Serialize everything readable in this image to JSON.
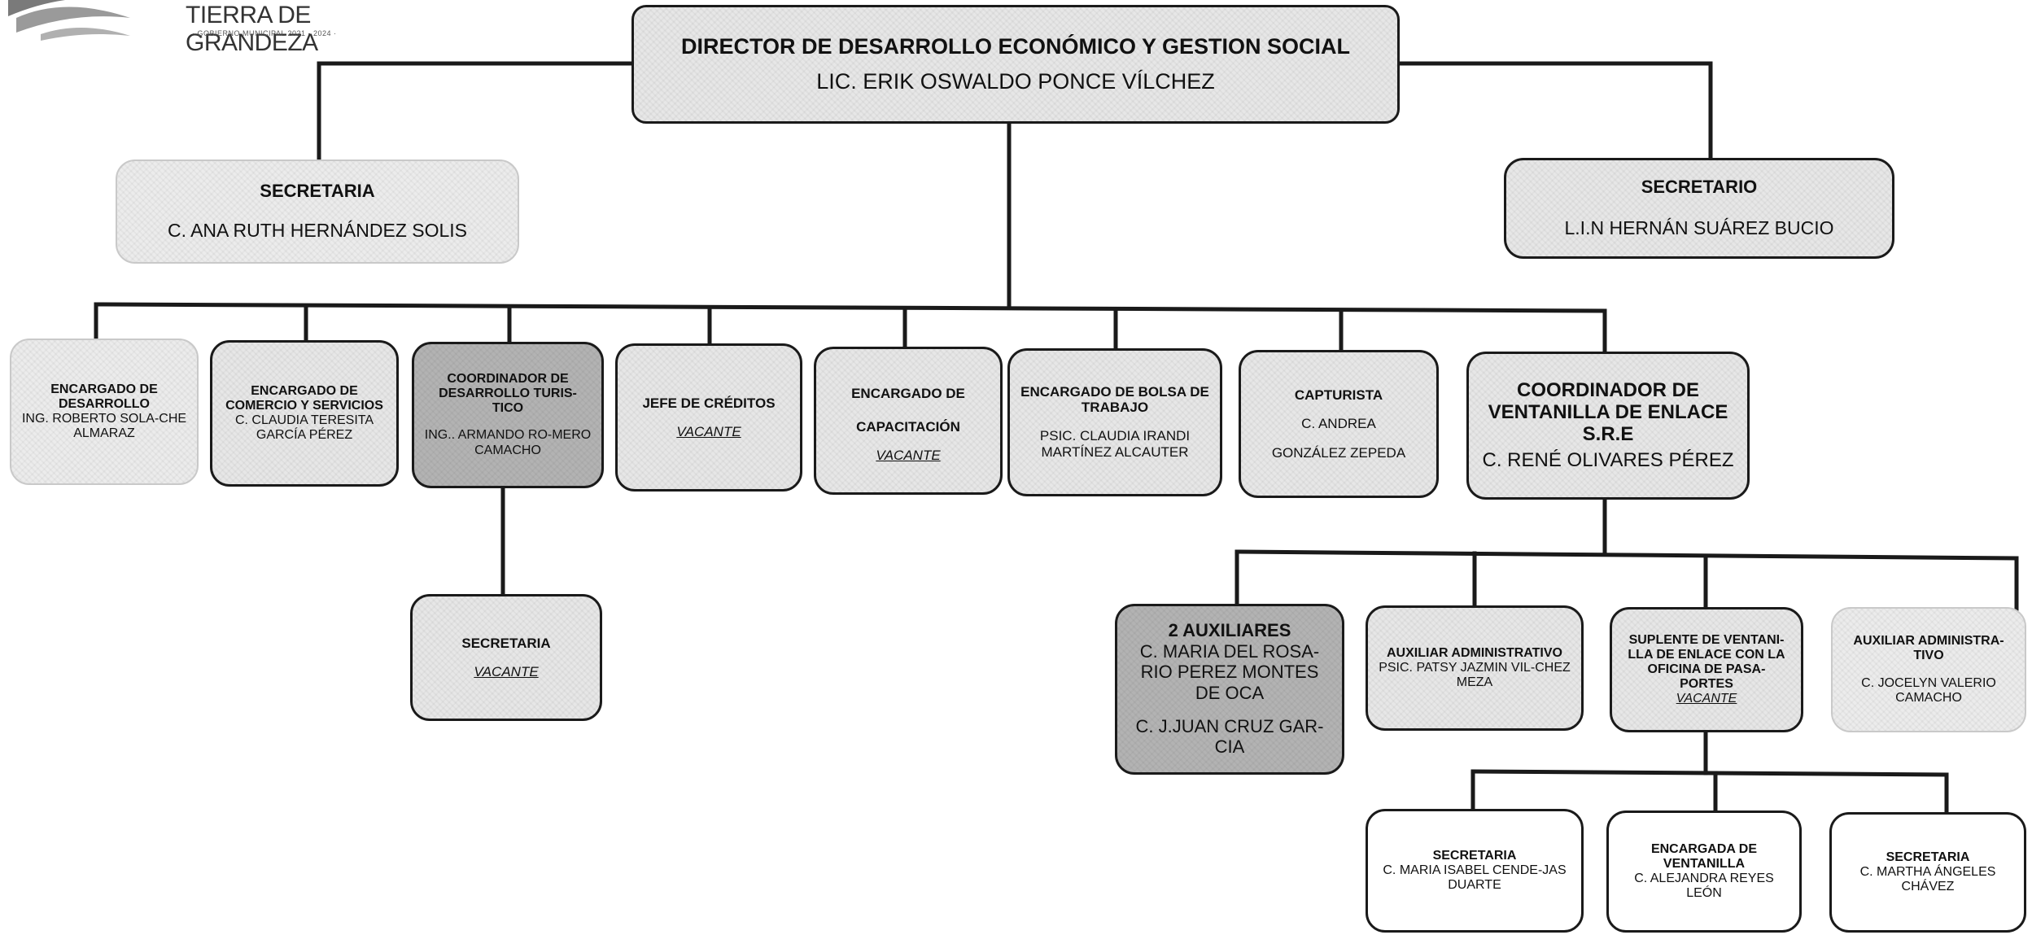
{
  "header": {
    "logo_text": "TIERRA DE GRANDEZA",
    "logo_subtext": "· GOBIERNO MUNICIPAL  2021 - 2024 ·"
  },
  "director": {
    "title": "DIRECTOR DE DESARROLLO ECONÓMICO Y GESTION SOCIAL",
    "name": "LIC. ERIK OSWALDO  PONCE VÍLCHEZ"
  },
  "secretaria_left": {
    "title": "SECRETARIA",
    "name": "C. ANA RUTH HERNÁNDEZ SOLIS"
  },
  "secretario_right": {
    "title": "SECRETARIO",
    "name": "L.I.N HERNÁN SUÁREZ BUCIO"
  },
  "units": [
    {
      "title": "ENCARGADO DE DESARROLLO",
      "name": "ING. ROBERTO SOLA-CHE ALMARAZ"
    },
    {
      "title": "ENCARGADO DE COMERCIO Y SERVICIOS",
      "name": "C. CLAUDIA TERESITA GARCÍA PÉREZ"
    },
    {
      "title": "COORDINADOR DE DESARROLLO TURIS-TICO",
      "name": "ING.. ARMANDO RO-MERO CAMACHO"
    },
    {
      "title": "JEFE  DE CRÉDITOS",
      "name": "VACANTE"
    },
    {
      "title": "ENCARGADO DE CAPACITACIÓN",
      "name": "VACANTE"
    },
    {
      "title": "ENCARGADO DE  BOLSA DE TRABAJO",
      "name": "PSIC. CLAUDIA IRANDI MARTÍNEZ ALCAUTER"
    },
    {
      "title": "CAPTURISTA",
      "name_line1": "C. ANDREA",
      "name_line2": "GONZÁLEZ ZEPEDA"
    },
    {
      "title": "COORDINADOR DE VENTANILLA DE ENLACE S.R.E",
      "name": "C. RENÉ OLIVARES PÉREZ"
    }
  ],
  "turismo_secretaria": {
    "title": "SECRETARIA",
    "name": "VACANTE"
  },
  "sre_staff": [
    {
      "title": "2 AUXILIARES",
      "name1": "C. MARIA DEL ROSA-RIO PEREZ MONTES DE OCA",
      "name2": "C. J.JUAN CRUZ GAR-CIA"
    },
    {
      "title": "AUXILIAR ADMINISTRATIVO",
      "name": "PSIC. PATSY JAZMIN VIL-CHEZ MEZA"
    },
    {
      "title": "SUPLENTE DE VENTANI-LLA DE ENLACE CON LA OFICINA DE PASA-PORTES",
      "name": "VACANTE"
    },
    {
      "title": "AUXILIAR ADMINISTRA-TIVO",
      "name": "C. JOCELYN VALERIO CAMACHO"
    }
  ],
  "pasaportes_staff": [
    {
      "title": "SECRETARIA",
      "name": "C. MARIA ISABEL CENDE-JAS DUARTE"
    },
    {
      "title": "ENCARGADA DE VENTANILLA",
      "name": "C. ALEJANDRA REYES LEÓN"
    },
    {
      "title": "SECRETARIA",
      "name": "C. MARTHA ÁNGELES CHÁVEZ"
    }
  ]
}
